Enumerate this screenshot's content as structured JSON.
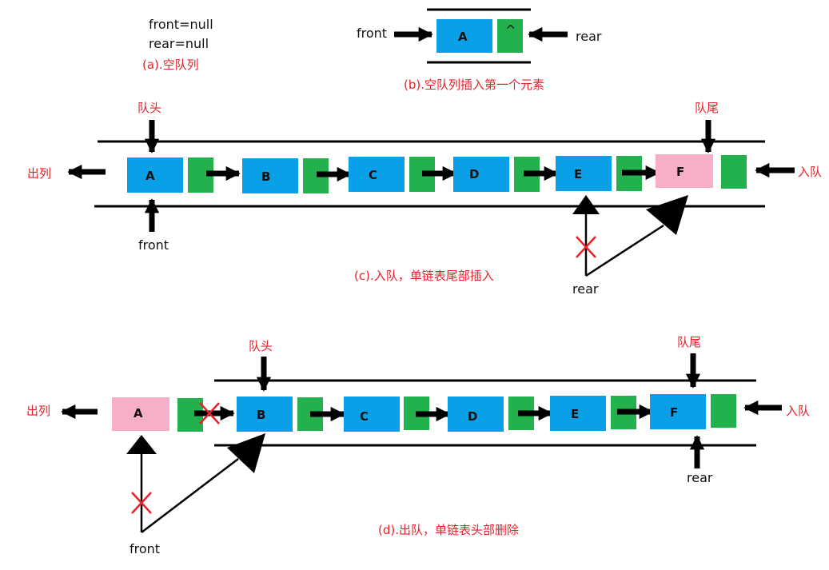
{
  "colors": {
    "node_blue": "#0aa0e8",
    "node_pink": "#f7aec8",
    "pointer_green": "#22b14c",
    "text_red": "#e8202a",
    "line_black": "#000000"
  },
  "panel_a": {
    "front_null": "front=null",
    "rear_null": "rear=null",
    "caption": "(a).空队列"
  },
  "panel_b": {
    "front_label": "front",
    "rear_label": "rear",
    "node_label": "A",
    "pointer_label": "^",
    "caption": "(b).空队列插入第一个元素"
  },
  "panel_c": {
    "head_label": "队头",
    "tail_label": "队尾",
    "dequeue_label": "出列",
    "enqueue_label": "入队",
    "front_label": "front",
    "rear_label": "rear",
    "nodes": [
      "A",
      "B",
      "C",
      "D",
      "E",
      "F"
    ],
    "caption": "(c).入队，单链表尾部插入"
  },
  "panel_d": {
    "head_label": "队头",
    "tail_label": "队尾",
    "dequeue_label": "出列",
    "enqueue_label": "入队",
    "front_label": "front",
    "rear_label": "rear",
    "nodes": [
      "A",
      "B",
      "C",
      "D",
      "E",
      "F"
    ],
    "caption": "(d).出队，单链表头部删除"
  }
}
